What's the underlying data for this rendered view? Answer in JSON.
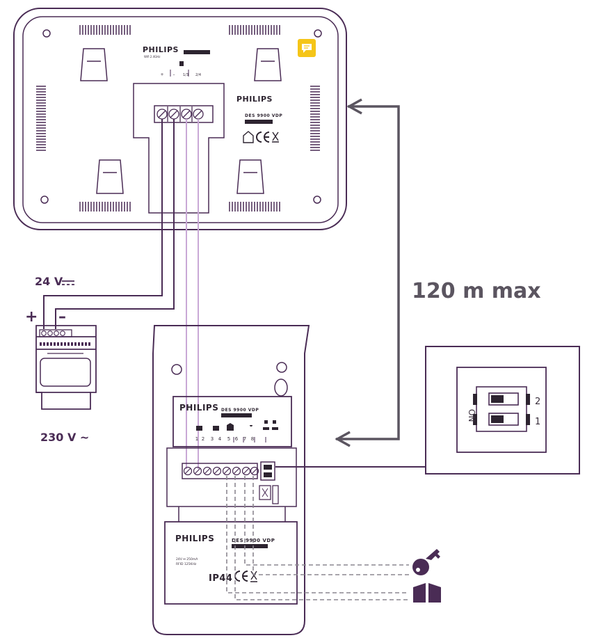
{
  "colors": {
    "outline": "#4a2c55",
    "wire_light": "#c9a8d6",
    "distance_arrow": "#5b5560",
    "note_icon": "#f5c518",
    "dashed": "#8c8790"
  },
  "monitor": {
    "brand": "PHILIPS",
    "brand_back": "PHILIPS",
    "model": "DES 9900 VDP",
    "wifi_label": "Wifi 2.4GHz",
    "terminal_marks": [
      "+",
      "–",
      "1/3",
      "2/4"
    ]
  },
  "power_supply": {
    "dc_label": "24 V",
    "ac_label": "230 V ~",
    "plus_symbol": "+",
    "minus_symbol": "–"
  },
  "distance": {
    "label": "120 m max"
  },
  "outdoor_unit": {
    "brand_top": "PHILIPS",
    "model_top": "DES 9900 VDP",
    "terminal_numbers": [
      "1",
      "2",
      "3",
      "4",
      "5",
      "6",
      "7",
      "8"
    ],
    "brand_bottom": "PHILIPS",
    "model_bottom": "DES 9900 VDP",
    "ip_rating": "IP44",
    "spec_line1": "24V ⎓ 250mA",
    "spec_line2": "RFID 125KHz"
  },
  "dip_switch": {
    "on_label": "ON",
    "switch_numbers": [
      "2",
      "1"
    ]
  },
  "icons": [
    "note-icon",
    "key-icon",
    "gate-icon"
  ]
}
